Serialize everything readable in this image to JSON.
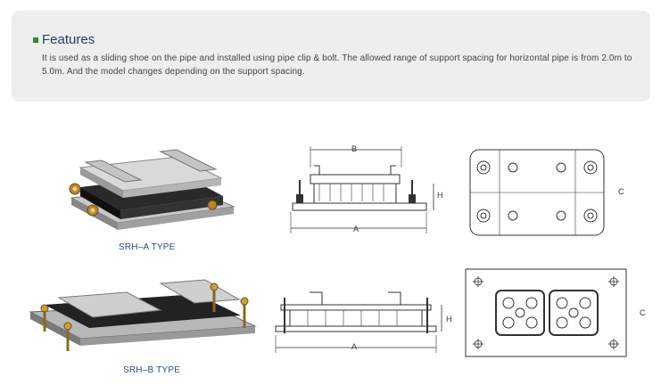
{
  "features": {
    "title": "Features",
    "description": "It is used as a sliding shoe on the pipe and installed using pipe clip & bolt. The allowed range of support spacing for horizontal pipe is from 2.0m to 5.0m. And the model changes depending on the support spacing."
  },
  "products": [
    {
      "type_label": "SRH–A TYPE",
      "dims": {
        "a": "A",
        "b": "B",
        "h": "H",
        "c": "C"
      }
    },
    {
      "type_label": "SRH–B TYPE",
      "dims": {
        "a": "A",
        "h": "H",
        "c": "C"
      }
    }
  ],
  "colors": {
    "panel_bg": "#eeeeee",
    "title_color": "#2a3b6a",
    "bullet_color": "#2f8a3a",
    "label_color": "#2a4a8a"
  }
}
